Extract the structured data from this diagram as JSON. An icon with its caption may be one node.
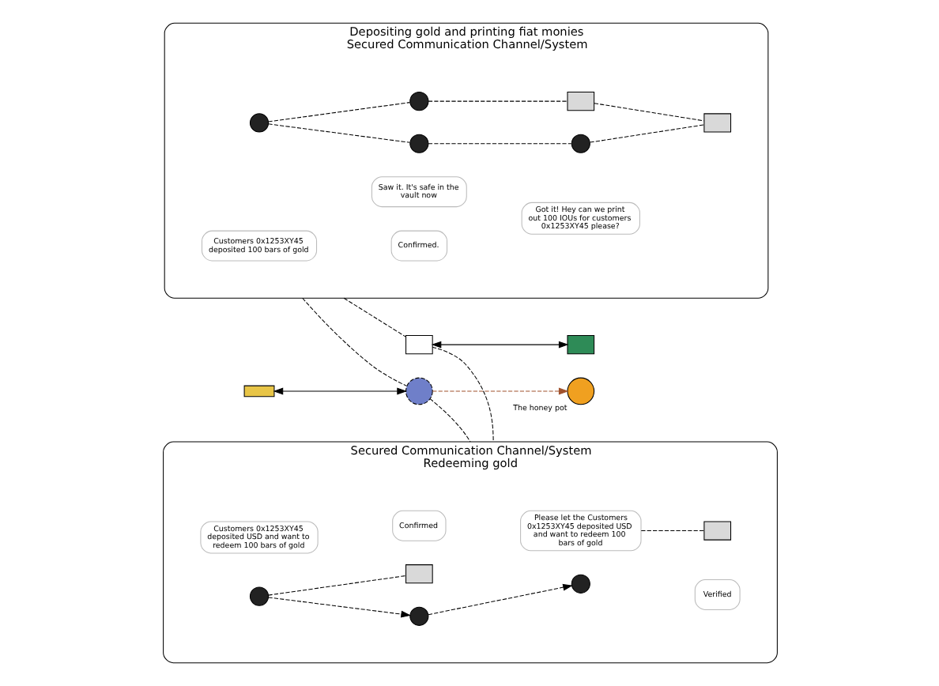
{
  "diagram": {
    "nodes": [
      {
        "text": [
          "Depositing gold and printing fiat monies",
          "Secured Communication Channel/System"
        ]
      },
      {
        "text": [
          "Customers 0x1253XY45 deposited 100 bars of gold"
        ],
        "in": 0
      },
      {
        "text": [],
        "shape": "person",
        "in": 0
      },
      {
        "text": [
          "Saw it. It's safe in the vault now"
        ],
        "in": 0
      },
      {
        "text": [],
        "shape": "person",
        "in": 0
      },
      {
        "text": [
          "Confirmed."
        ],
        "in": 0
      },
      {
        "text": [],
        "shape": "person",
        "in": 0
      },
      {
        "text": [
          "Got it! Hey can we print out 100 IOUs for customers 0x1253XY45 please?"
        ],
        "in": 0
      },
      {
        "text": [],
        "shape": "box",
        "in": 0
      },
      {
        "text": [],
        "shape": "person",
        "in": 0
      },
      {
        "text": [],
        "shape": "box",
        "in": 0
      },
      {
        "text": [],
        "shape": "bar"
      },
      {
        "text": [],
        "shape": "circle"
      },
      {
        "text": [],
        "shape": "circle",
        "beside": [
          "The honey pot"
        ]
      },
      {
        "text": [],
        "shape": "box"
      },
      {
        "text": [],
        "shape": "box"
      },
      {
        "text": [
          "Secured Communication Channel/System",
          "Redeeming gold"
        ]
      },
      {
        "text": [],
        "shape": "person",
        "in": 16
      },
      {
        "text": [
          "Please let the Customers 0x1253XY45 deposited USD and want to redeem 100 bars of gold"
        ],
        "in": 16
      },
      {
        "text": [
          "Confirmed"
        ],
        "in": 16
      },
      {
        "text": [],
        "shape": "person",
        "in": 16
      },
      {
        "text": [
          "Customers 0x1253XY45 deposited USD and want to redeem 100 bars of gold"
        ],
        "in": 16
      },
      {
        "text": [],
        "shape": "person",
        "in": 16
      },
      {
        "text": [
          "Verified"
        ],
        "in": 16
      },
      {
        "text": [],
        "shape": "box",
        "in": 16
      },
      {
        "text": [],
        "shape": "box",
        "in": 16
      }
    ],
    "edges": [
      {
        "from": 2,
        "to": 4,
        "arrow": "none",
        "style": "dashed"
      },
      {
        "from": 2,
        "to": 6,
        "arrow": "none",
        "style": "dashed"
      },
      {
        "from": 4,
        "to": 9,
        "arrow": "none",
        "style": "dashed"
      },
      {
        "from": 6,
        "to": 8,
        "arrow": "none",
        "style": "dashed"
      },
      {
        "from": 8,
        "to": 10,
        "arrow": "none",
        "style": "dashed"
      },
      {
        "from": 9,
        "to": 10,
        "arrow": "none",
        "style": "dashed"
      },
      {
        "from": 0,
        "to": 12,
        "arrow": "none",
        "style": "dashed"
      },
      {
        "from": 12,
        "to": 16,
        "arrow": "none",
        "style": "dashed"
      },
      {
        "from": 0,
        "to": 14,
        "arrow": "none",
        "style": "dashed"
      },
      {
        "from": 14,
        "to": 16,
        "arrow": "none",
        "style": "dashed"
      },
      {
        "from": 11,
        "to": 12,
        "arrow": "both"
      },
      {
        "from": 12,
        "to": 13,
        "arrow": "to",
        "style": "dashed",
        "color": "#a0522d"
      },
      {
        "from": 14,
        "to": 15,
        "arrow": "both"
      },
      {
        "from": 20,
        "to": 17,
        "arrow": "to",
        "style": "dashed"
      },
      {
        "from": 22,
        "to": 20,
        "arrow": "to",
        "style": "dashed"
      },
      {
        "from": 22,
        "to": 25,
        "arrow": "none",
        "style": "dashed"
      },
      {
        "from": 18,
        "to": 24,
        "arrow": "none",
        "style": "dashed"
      }
    ]
  }
}
